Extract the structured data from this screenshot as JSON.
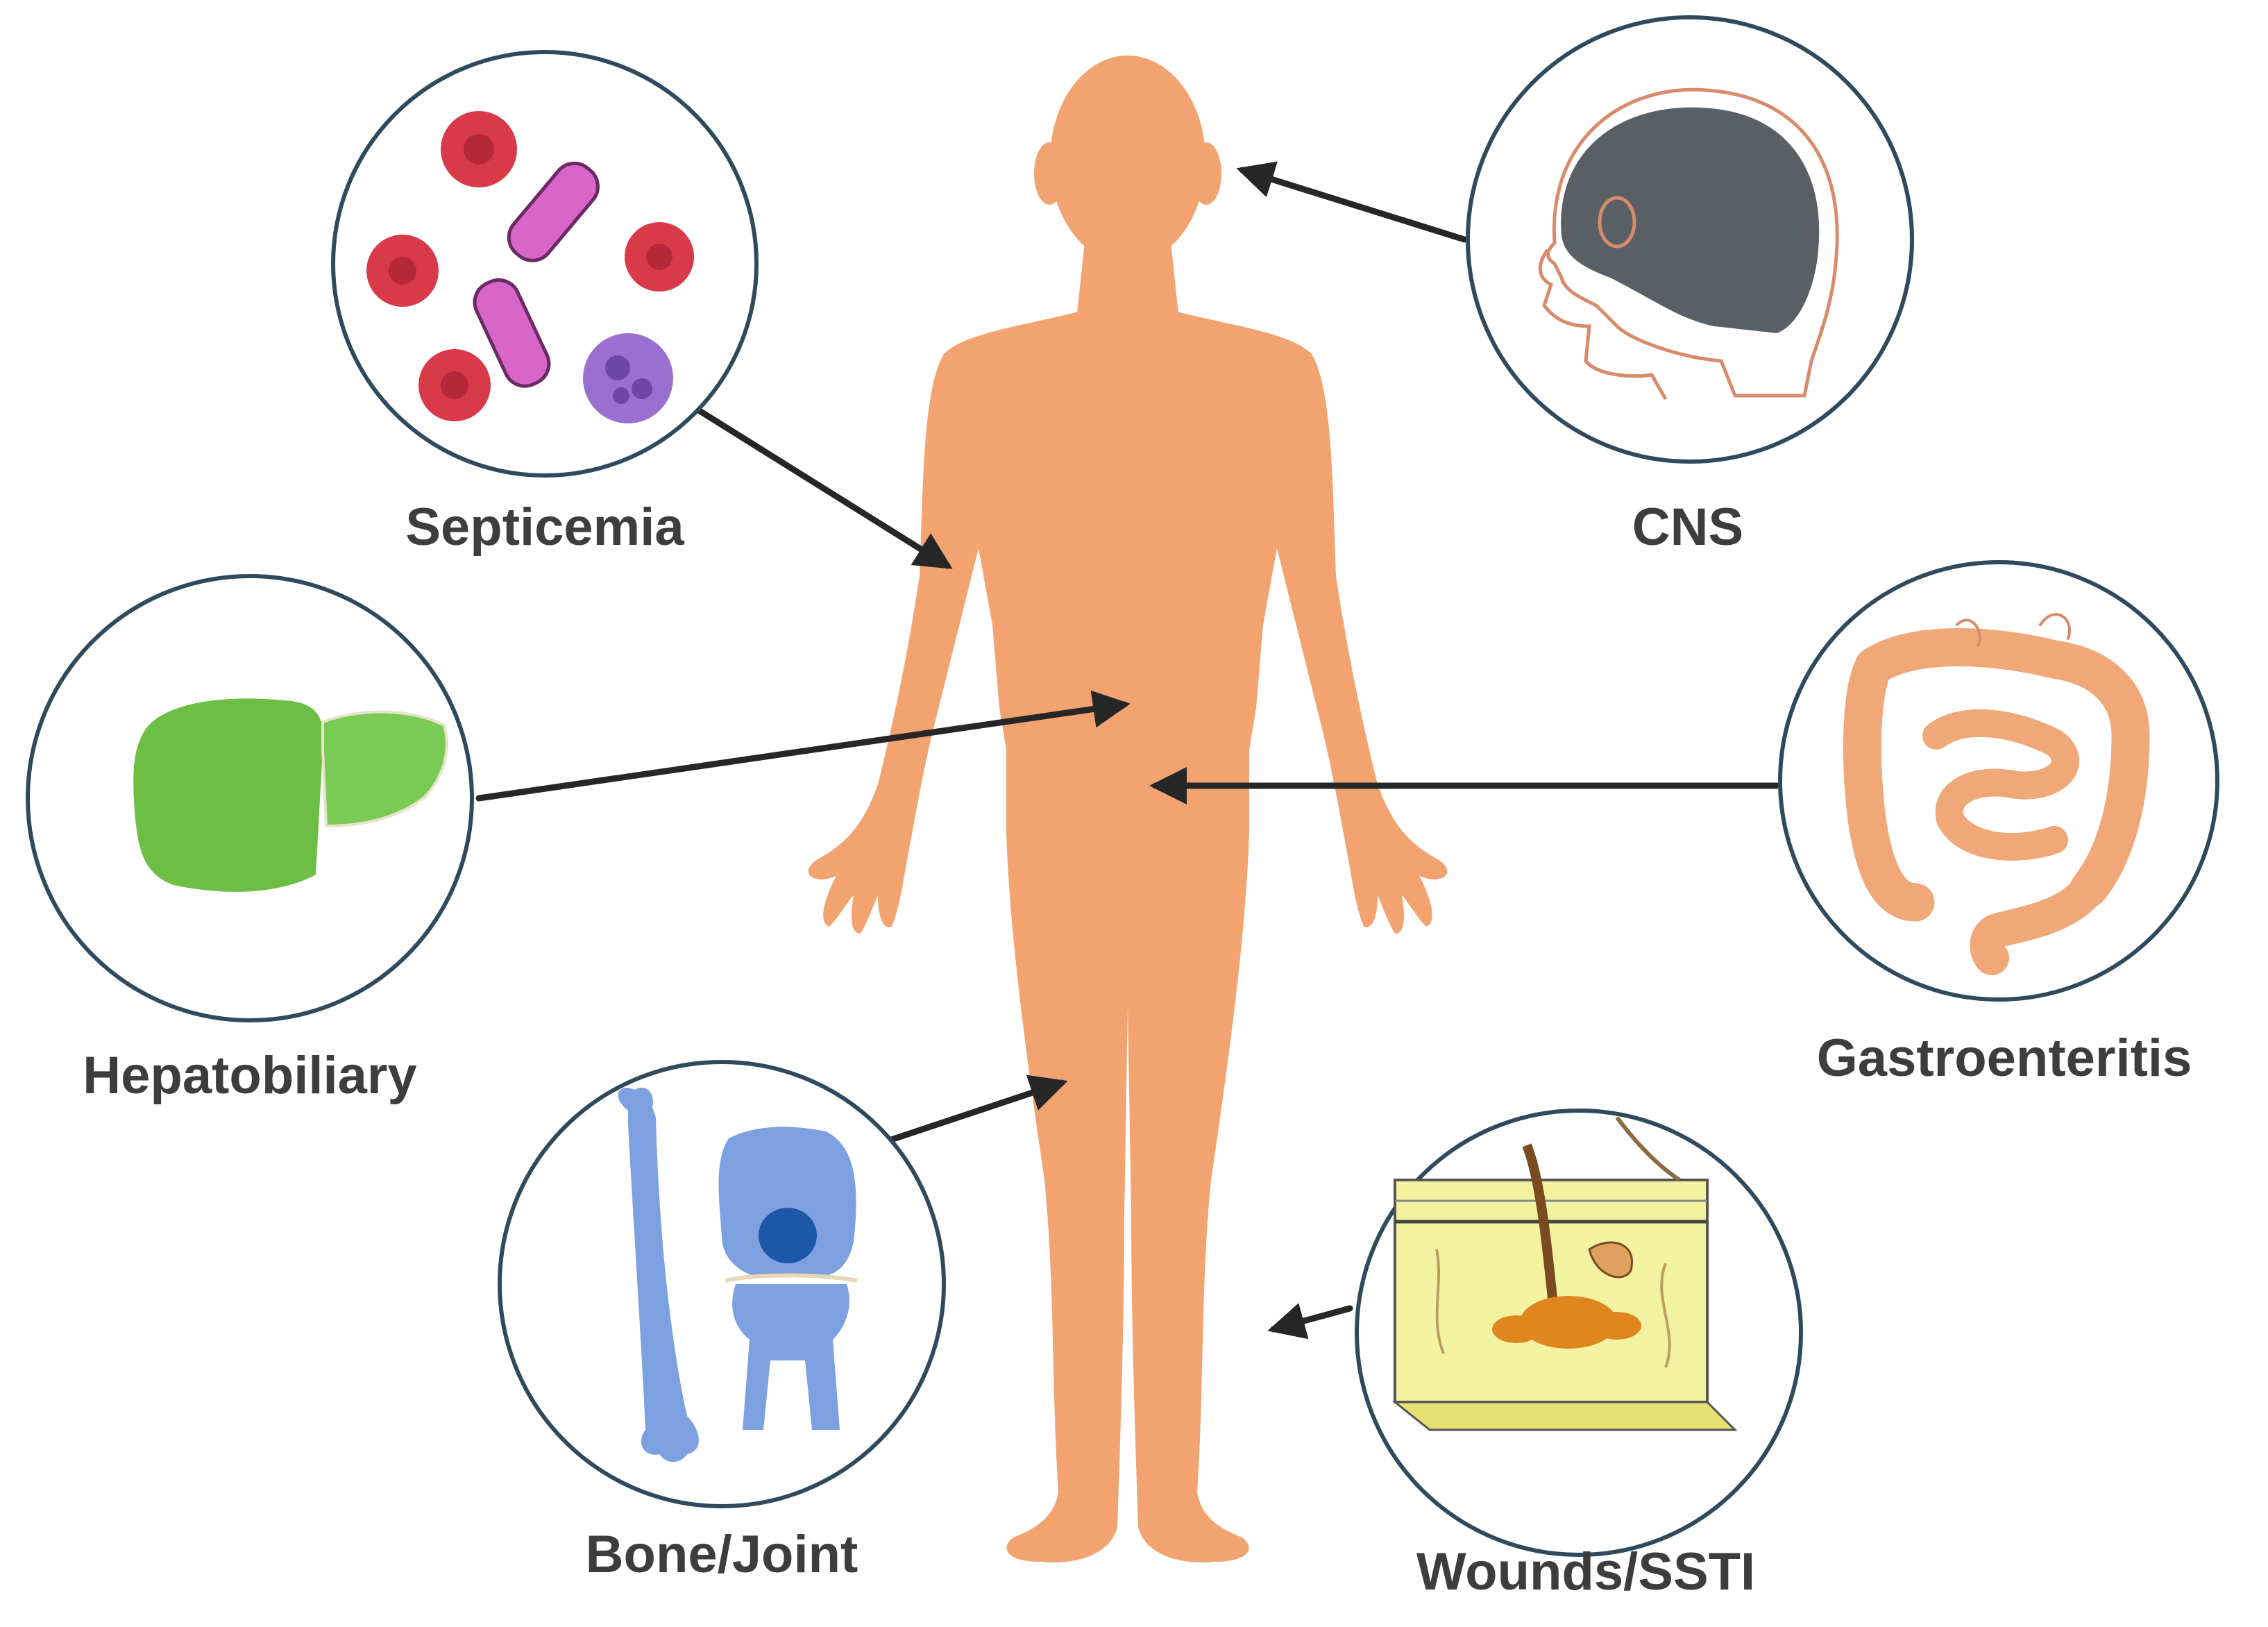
{
  "labels": {
    "septicemia": "Septicemia",
    "cns": "CNS",
    "hepatobiliary": "Hepatobiliary",
    "gastroenteritis": "Gastroenteritis",
    "bone_joint": "Bone/Joint",
    "wounds": "Wounds/SSTI"
  },
  "colors": {
    "body": "#F2A36F",
    "circle_stroke": "#2E4A5C",
    "arrow": "#262626",
    "liver": "#6DBE45",
    "bone": "#7DA0E0",
    "skin": "#F2F2A0",
    "intestine": "#F0A878",
    "brain": "#5A5F66",
    "rbc": "#D93A4A",
    "bacteria": "#D865C8",
    "wbc": "#9A6FCF"
  },
  "icons": {
    "septicemia": "blood-cells-bacteria-icon",
    "cns": "brain-head-icon",
    "hepatobiliary": "liver-icon",
    "gastroenteritis": "intestine-icon",
    "bone_joint": "bone-knee-joint-icon",
    "wounds": "skin-layer-icon"
  }
}
